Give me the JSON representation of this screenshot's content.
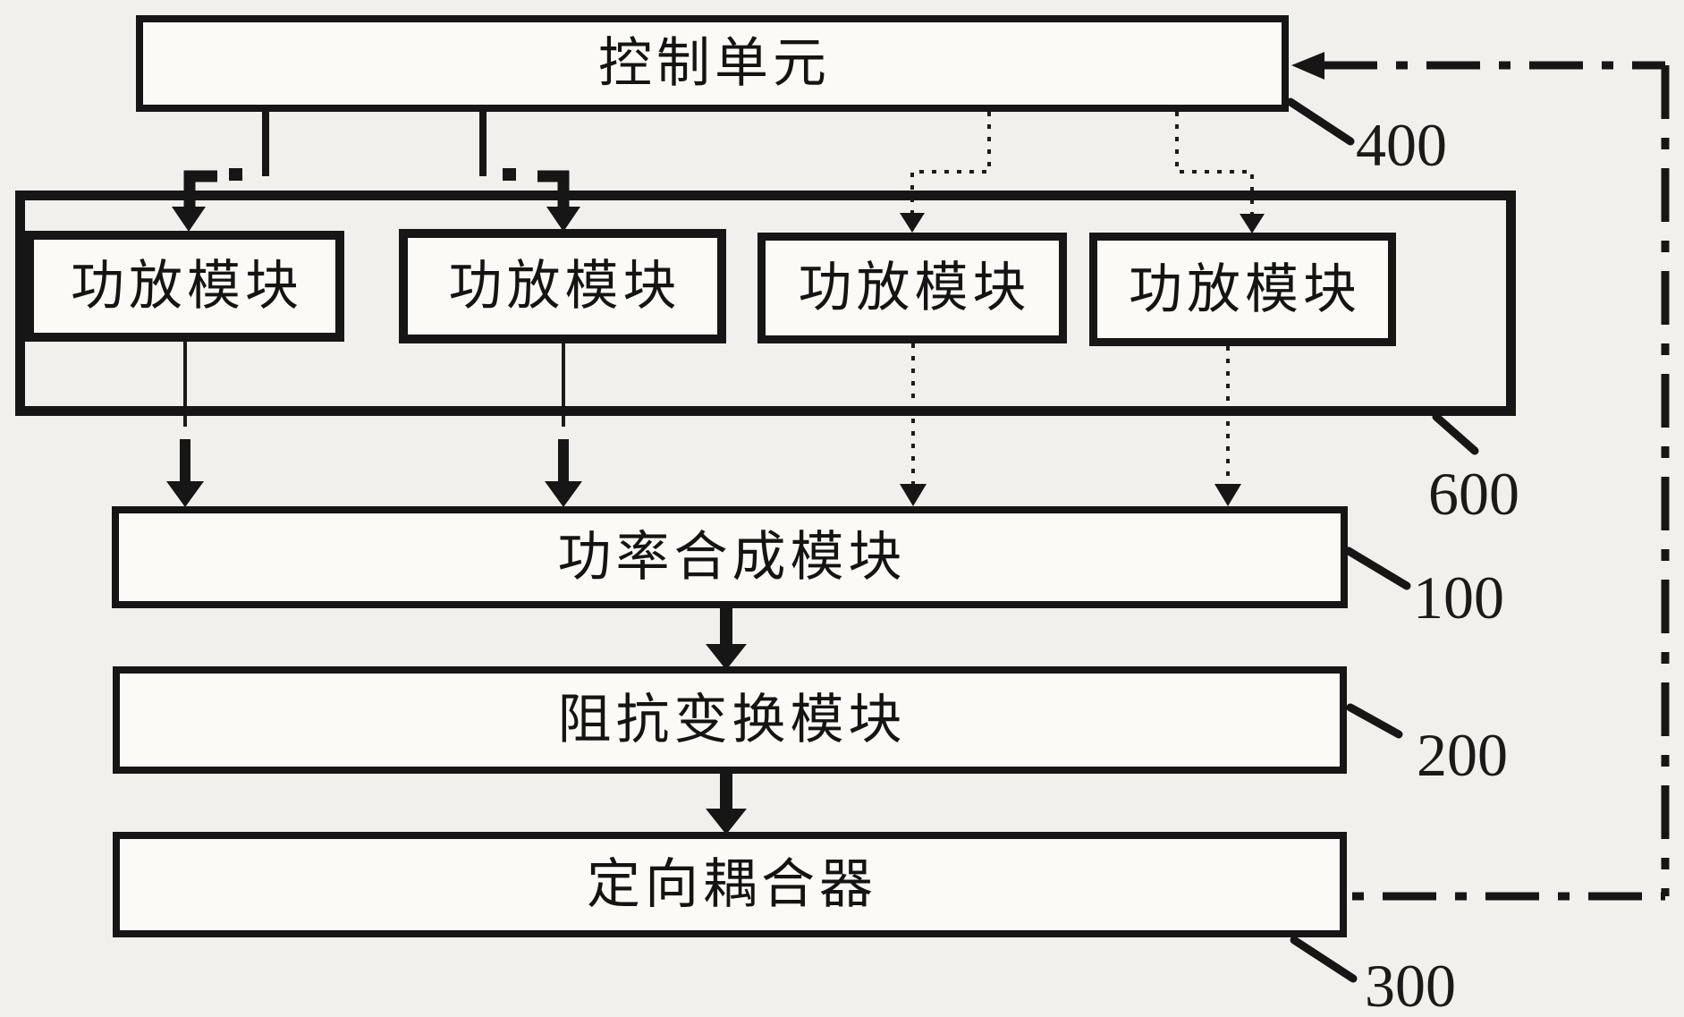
{
  "page": {
    "background_color": "#f1f0ec",
    "ink_color": "#161616",
    "box_fill_color": "#fbfaf7"
  },
  "diagram": {
    "control_unit": {
      "label": "控制单元"
    },
    "amp_modules": [
      {
        "label": "功放模块"
      },
      {
        "label": "功放模块"
      },
      {
        "label": "功放模块"
      },
      {
        "label": "功放模块"
      }
    ],
    "power_combiner": {
      "label": "功率合成模块"
    },
    "impedance_transformer": {
      "label": "阻抗变换模块"
    },
    "directional_coupler": {
      "label": "定向耦合器"
    },
    "refs": {
      "control_unit": "400",
      "amp_container": "600",
      "power_combiner": "100",
      "impedance_transformer": "200",
      "directional_coupler": "300"
    }
  }
}
